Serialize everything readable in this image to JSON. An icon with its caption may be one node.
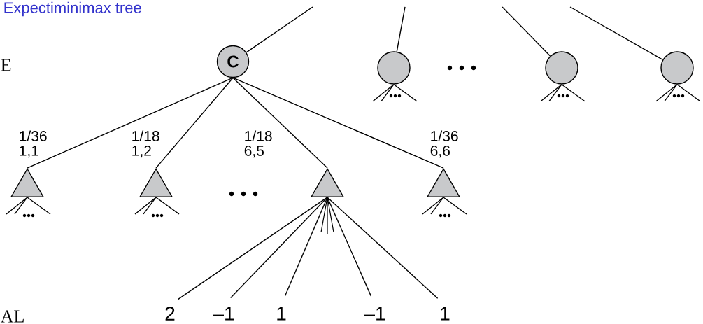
{
  "diagram": {
    "title": "Expectiminimax tree",
    "nodes": [
      {
        "text": [
          "C"
        ]
      },
      {
        "text": [],
        "shape": "circle"
      },
      {
        "text": [],
        "shape": "circle"
      },
      {
        "text": [],
        "shape": "circle"
      },
      {
        "text": [],
        "shape": "triangle"
      },
      {
        "text": [],
        "shape": "triangle"
      },
      {
        "text": [],
        "shape": "triangle"
      },
      {
        "text": [],
        "shape": "triangle"
      },
      {
        "text": [
          "2"
        ]
      },
      {
        "text": [
          "–1"
        ]
      },
      {
        "text": [
          "1"
        ]
      },
      {
        "text": [
          "–1"
        ]
      },
      {
        "text": [
          "1"
        ]
      }
    ],
    "edges": [
      {
        "from": null,
        "to": 0,
        "arrow": "none"
      },
      {
        "from": null,
        "to": 1,
        "arrow": "none"
      },
      {
        "from": null,
        "to": 2,
        "arrow": "none"
      },
      {
        "from": null,
        "to": 3,
        "arrow": "none"
      },
      {
        "from": 0,
        "to": 4,
        "arrow": "none",
        "label": "1/36 1,1"
      },
      {
        "from": 0,
        "to": 5,
        "arrow": "none",
        "label": "1/18 1,2"
      },
      {
        "from": 0,
        "to": 6,
        "arrow": "none",
        "label": "1/18 6,5"
      },
      {
        "from": 0,
        "to": 7,
        "arrow": "none",
        "label": "1/36 6,6"
      },
      {
        "from": 6,
        "to": 8,
        "arrow": "none"
      },
      {
        "from": 6,
        "to": 9,
        "arrow": "none"
      },
      {
        "from": 6,
        "to": 10,
        "arrow": "none"
      },
      {
        "from": 6,
        "to": 11,
        "arrow": "none"
      },
      {
        "from": 6,
        "to": 12,
        "arrow": "none"
      }
    ],
    "labels": [
      "E",
      "AL"
    ]
  }
}
